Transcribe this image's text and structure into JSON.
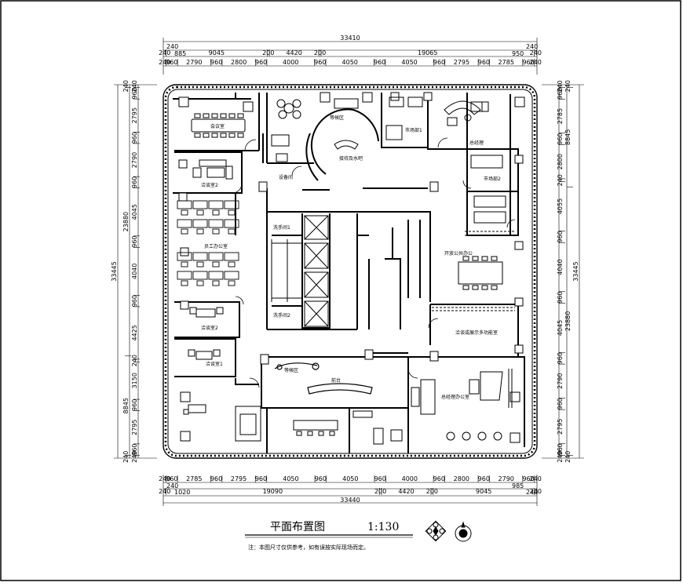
{
  "drawing": {
    "title": "平面布置图",
    "scale": "1:130",
    "note": "注：本图尺寸仅供参考，如有误按实际现场而定。"
  },
  "dims": {
    "top_total": "33410",
    "top_mid": [
      "240",
      "9045",
      "200",
      "4420",
      "200",
      "19065",
      "240"
    ],
    "top_detail": [
      "240",
      "960",
      "2790",
      "960",
      "2800",
      "960",
      "4000",
      "960",
      "4050",
      "960",
      "4050",
      "960",
      "2795",
      "960",
      "2785",
      "960",
      "240"
    ],
    "top_small": [
      "240",
      "885",
      "950",
      "240"
    ],
    "bottom_total": "33440",
    "bottom_mid": [
      "240",
      "19090",
      "200",
      "4420",
      "200",
      "9045",
      "240"
    ],
    "bottom_detail": [
      "240",
      "960",
      "2785",
      "960",
      "2795",
      "960",
      "4050",
      "960",
      "4050",
      "960",
      "4000",
      "960",
      "2800",
      "960",
      "2790",
      "960",
      "240"
    ],
    "bottom_small": [
      "240",
      "1020",
      "985",
      "240"
    ],
    "left_total": "33445",
    "left_mid": [
      "240",
      "23880",
      "8845",
      "240"
    ],
    "left_detail": [
      "240",
      "960",
      "2795",
      "960",
      "2790",
      "960",
      "4045",
      "960",
      "4040",
      "960",
      "4425",
      "240",
      "3150",
      "960",
      "2795",
      "960",
      "240"
    ],
    "right_total": "33445",
    "right_mid": [
      "240",
      "8845",
      "23880",
      "240"
    ],
    "right_detail": [
      "240",
      "960",
      "2785",
      "960",
      "2800",
      "240",
      "4055",
      "960",
      "4040",
      "960",
      "4045",
      "960",
      "2790",
      "960",
      "2795",
      "960",
      "240"
    ]
  },
  "rooms": {
    "meeting": "会议室",
    "reception": "等候区",
    "market1": "市场部1",
    "ceo": "总经理",
    "lounge": "接待及水吧",
    "equipment": "设备间",
    "negotiate2_top": "洽谈室2",
    "market2": "市场部2",
    "washroom1": "洗手间1",
    "staff_office": "员工办公室",
    "open_office": "开放公共办公",
    "washroom2": "洗手间2",
    "negotiate2_left": "洽谈室2",
    "multi_function": "洽谈或展示多功能室",
    "negotiate1": "洽谈室1",
    "waiting": "等候区",
    "front_desk": "前台",
    "gm_office": "总经理办公室"
  },
  "icons": [
    "north-arrow-icon",
    "compass-symbol-icon"
  ]
}
